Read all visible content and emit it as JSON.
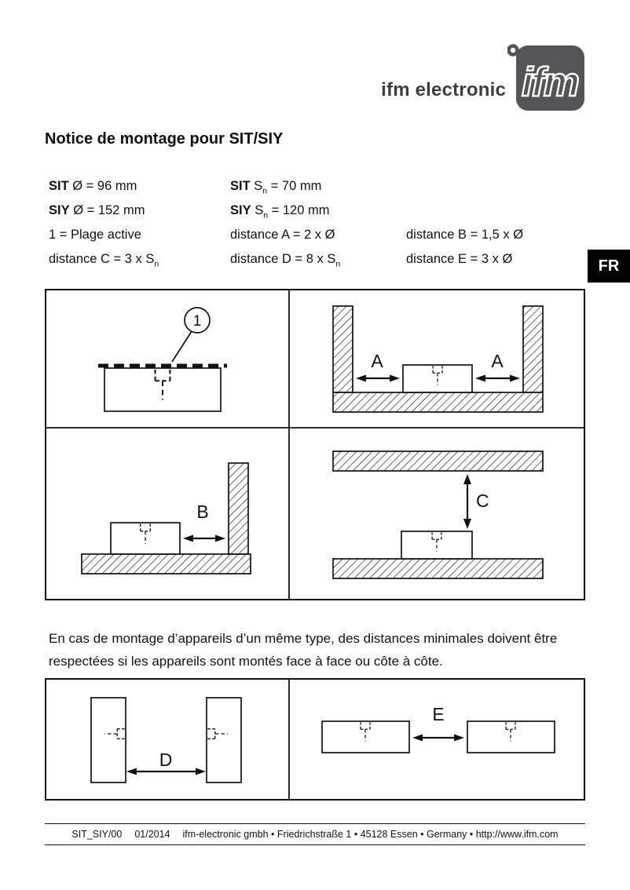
{
  "brand": {
    "wordmark": "ifm electronic",
    "logo_letters": "ifm"
  },
  "lang_badge": "FR",
  "title": "Notice de montage pour SIT/SIY",
  "specs": {
    "col1": [
      {
        "bold": "SIT",
        "pre": " Ø = 96 mm",
        "sub": "",
        "post": ""
      },
      {
        "bold": "SIY",
        "pre": " Ø = 152 mm",
        "sub": "",
        "post": ""
      },
      {
        "bold": "",
        "pre": "1 = Plage active",
        "sub": "",
        "post": ""
      },
      {
        "bold": "",
        "pre": "distance C = 3 x S",
        "sub": "n",
        "post": ""
      }
    ],
    "col2": [
      {
        "bold": "SIT",
        "pre": " S",
        "sub": "n",
        "post": " = 70 mm"
      },
      {
        "bold": "SIY",
        "pre": " S",
        "sub": "n",
        "post": " = 120 mm"
      },
      {
        "bold": "",
        "pre": "distance A = 2 x Ø",
        "sub": "",
        "post": ""
      },
      {
        "bold": "",
        "pre": "distance D = 8 x S",
        "sub": "n",
        "post": ""
      }
    ],
    "col3": [
      {
        "bold": "",
        "pre": "distance B = 1,5 x Ø",
        "sub": "",
        "post": ""
      },
      {
        "bold": "",
        "pre": "distance E = 3 x Ø",
        "sub": "",
        "post": ""
      }
    ]
  },
  "diagram_labels": {
    "active_area": "1",
    "a": "A",
    "b": "B",
    "c": "C",
    "d": "D",
    "e": "E"
  },
  "note": "En cas de montage d’appareils d’un même type, des distances minimales doivent être respectées si les appareils sont montés face à face ou côte à côte.",
  "footer": {
    "doc_ref": "SIT_SIY/00",
    "date": "01/2014",
    "address": "ifm-electronic gmbh • Friedrichstraße 1 • 45128 Essen • Germany • http://www.ifm.com"
  },
  "colors": {
    "ink": "#111111",
    "brand_gray": "#545456",
    "badge_bg": "#000000"
  }
}
